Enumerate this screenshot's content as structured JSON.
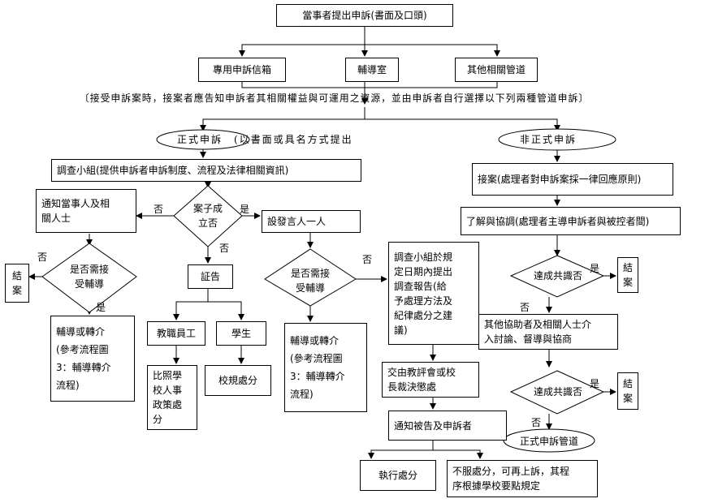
{
  "top": {
    "start": "當事者提出申訴(書面及口頭)",
    "channels": [
      "專用申訴信箱",
      "輔導室",
      "其他相關管道"
    ],
    "note": "〔接受申訴案時，接案者應告知申訴者其相關權益與可運用之資源，並由申訴者自行選擇以下列兩種管道申訴〕"
  },
  "formal": {
    "title": "正式申訴",
    "subtitle": "(以書面或具名方式提出",
    "investigate": "調查小組(提供申訴者申訴制度、流程及法律相關資訊)",
    "notify_parties": "通知當事人及相\n關人士",
    "case_decision": "案子成\n立否",
    "need_counsel_1": "是否需接\n受輔導",
    "close_1": "結\n案",
    "counsel_1": "輔導或轉介\n(參考流程圖\n3：輔導轉介\n流程)",
    "evidence": "証告",
    "staff": "教職員工",
    "student": "學生",
    "staff_rule": "比照學\n校人事\n政策處\n分",
    "student_rule": "校規處分",
    "spokesperson": "設發言人一人",
    "need_counsel_2": "是否需接\n受輔導",
    "counsel_2": "輔導或轉介\n(參考流程圖\n3：輔導轉介\n流程)",
    "report": "調查小組於規\n定日期內提出\n調查報告(給\n予處理方法及\n紀律處分之建\n議)",
    "committee": "交由教評會或校\n長裁決懲處",
    "notify": "通知被告及申訴者",
    "execute": "執行處分",
    "appeal": "不服處分，可再上訴，其程\n序根據學校要點規定"
  },
  "informal": {
    "title": "非正式申訴",
    "accept": "接案(處理者對申訴案採一律回應原則)",
    "mediate": "了解與協調(處理者主導申訴者與被控者間)",
    "consensus_1": "達成共識否",
    "close_1": "結\n案",
    "others": "其他協助者及相關人士介\n入討論、督導與協商",
    "consensus_2": "達成共識否",
    "close_2": "結\n案",
    "formal_channel": "正式申訴管道"
  },
  "labels": {
    "yes": "是",
    "no": "否"
  }
}
